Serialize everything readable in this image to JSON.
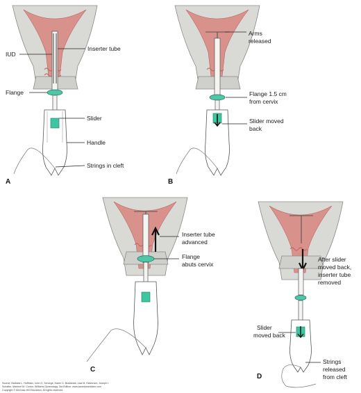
{
  "panels": {
    "a": {
      "letter": "A",
      "labels": {
        "iud": "IUD",
        "inserter_tube": "Inserter tube",
        "flange": "Flange",
        "slider": "Slider",
        "handle": "Handle",
        "strings": "Strings in cleft"
      }
    },
    "b": {
      "letter": "B",
      "labels": {
        "arms_1": "Arms",
        "arms_2": "released",
        "flange_1": "Flange 1.5 cm",
        "flange_2": "from cervix",
        "slider_1": "Slider moved",
        "slider_2": "back"
      }
    },
    "c": {
      "letter": "C",
      "labels": {
        "tube_1": "Inserter tube",
        "tube_2": "advanced",
        "flange_1": "Flange",
        "flange_2": "abuts cervix"
      }
    },
    "d": {
      "letter": "D",
      "labels": {
        "after_1": "After slider",
        "after_2": "moved back,",
        "after_3": "inserter tube",
        "after_4": "removed",
        "slider_1": "Slider",
        "slider_2": "moved back",
        "strings_1": "Strings",
        "strings_2": "released",
        "strings_3": "from cleft"
      }
    }
  },
  "source": {
    "line1": "Source: Barbara L. Hoffman, John O. Schorge, Karen D. Bradshaw, Lisa M. Halvorson, Joseph I.",
    "line2": "Schaffer, Marlene M. Corton: Williams Gynecology, 3rd Edition: www.accessmedicine.com",
    "line3": "Copyright © McGraw-Hill Education. All rights reserved."
  }
}
